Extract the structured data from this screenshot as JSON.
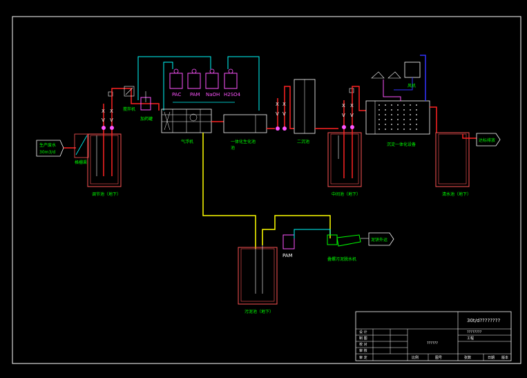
{
  "colors": {
    "background": "#000000",
    "frame": "#ffffff",
    "tank": "#ff5555",
    "pipe_water": "#ff2222",
    "pipe_sludge": "#ffff00",
    "pipe_chemical": "#00ffff",
    "dosing": "#ff55ff",
    "label": "#00ff00",
    "blue_line": "#3333ff"
  },
  "chemicals": [
    "PAC",
    "PAM",
    "NaOH",
    "H2SO4"
  ],
  "pam_label": "PAM",
  "inflow": {
    "line1": "生产废水",
    "line2": "30m3/d"
  },
  "outflow": "达标排放",
  "cake": "泥饼外运",
  "labels": {
    "screen": "格栅渠",
    "regulating_tank": "调节池（地下）",
    "air_flotation": "气浮机",
    "pac_tank": "加药罐",
    "mixer": "搅拌机",
    "bio_tank": "一体化生化池",
    "bio_tank2": "池",
    "secondary": "二沉池",
    "intermediate": "中间池（地下）",
    "filter": "沉淀一体化设备",
    "clear_tank": "清水池（地下）",
    "blower": "风机",
    "sludge_tank": "污泥池（地下）",
    "dewater": "叠螺污泥脱水机"
  },
  "title_block": {
    "project": "30t/d????????",
    "drawing": "??????",
    "company": "????????",
    "scale": "工程",
    "rows": [
      "设 计",
      "制 图",
      "校 对",
      "审 核",
      "审 定"
    ],
    "bottom": [
      "比例",
      "图号",
      "张数",
      "日期",
      "版本"
    ]
  }
}
